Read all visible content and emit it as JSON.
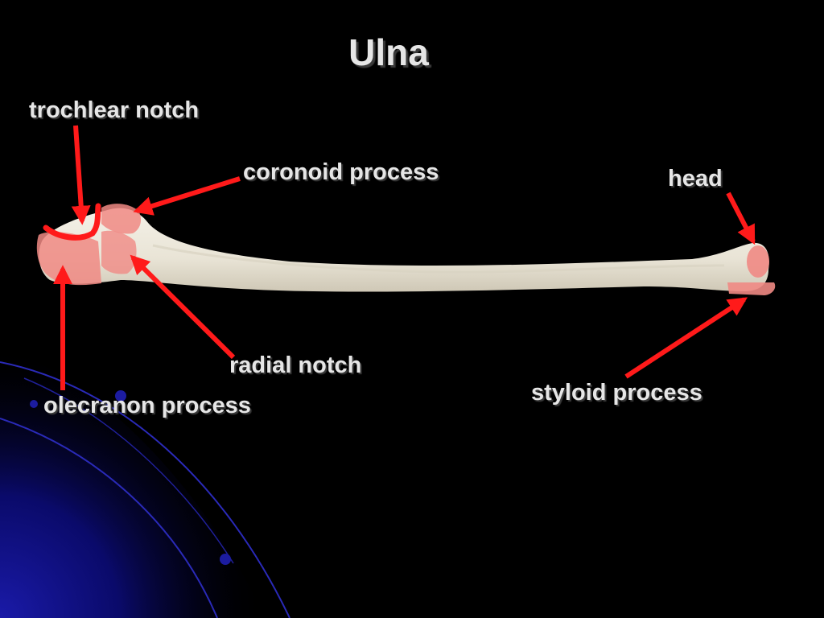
{
  "title": "Ulna",
  "labels": {
    "trochlear_notch": "trochlear notch",
    "coronoid_process": "coronoid process",
    "head": "head",
    "radial_notch": "radial notch",
    "styloid_process": "styloid process",
    "olecranon_process": "olecranon process"
  },
  "colors": {
    "background": "#000000",
    "text": "#e6e6e6",
    "arrow": "#ff1a1a",
    "bone": "#ece8dc",
    "highlight": "#f08a84",
    "accent": "#1a1aa8"
  }
}
